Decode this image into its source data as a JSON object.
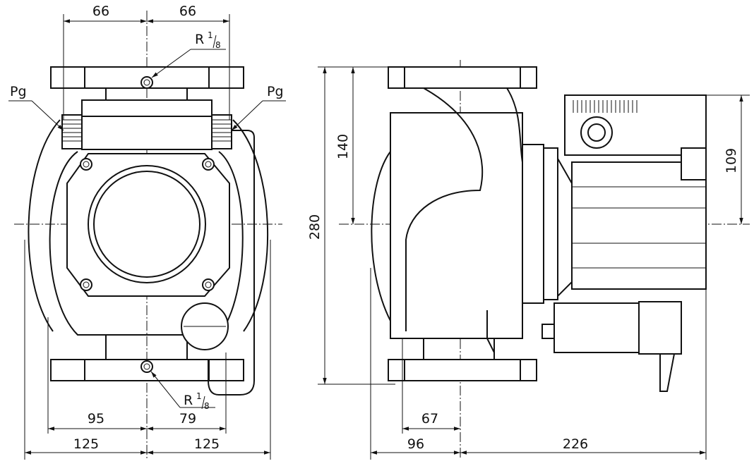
{
  "drawing": {
    "front_view": {
      "top_left_width": "66",
      "top_right_width": "66",
      "port_top": {
        "prefix": "R",
        "num": "1",
        "den": "8"
      },
      "port_bottom": {
        "prefix": "R",
        "num": "1",
        "den": "8"
      },
      "cable_gland_left": "Pg",
      "cable_gland_right": "Pg",
      "bottom_left_inner": "95",
      "bottom_right_inner": "79",
      "bottom_left_outer": "125",
      "bottom_right_outer": "125"
    },
    "side_view": {
      "total_height": "280",
      "half_height": "140",
      "box_height": "109",
      "offset_inner": "67",
      "offset_left": "96",
      "motor_length": "226"
    }
  }
}
